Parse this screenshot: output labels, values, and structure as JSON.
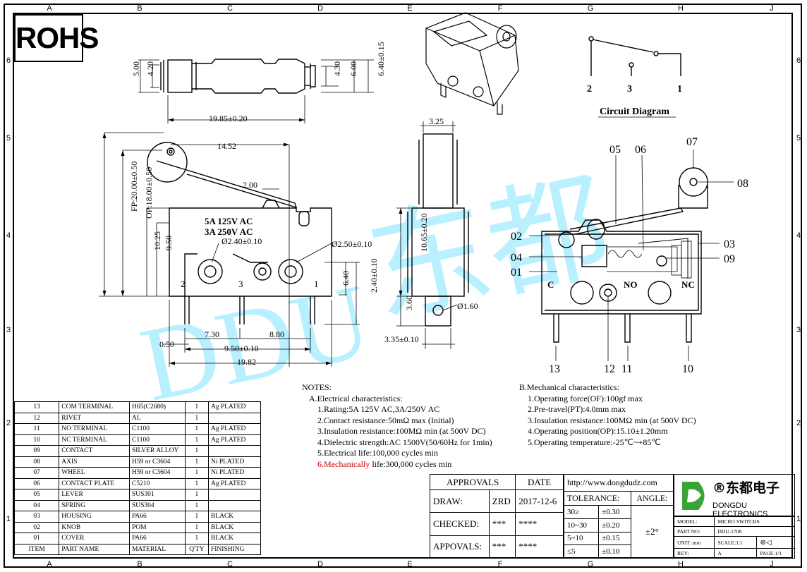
{
  "rohs_label": "ROHS",
  "zones": {
    "columns": [
      "A",
      "B",
      "C",
      "D",
      "E",
      "F",
      "G",
      "H",
      "J"
    ],
    "rows": [
      "6",
      "5",
      "4",
      "3",
      "2",
      "1"
    ]
  },
  "dims": {
    "top_5_00": "5.00",
    "top_4_20": "4.20",
    "top_4_30": "4.30",
    "top_6_00": "6.00",
    "top_6_40": "6.40±0.15",
    "top_19_85": "19.85±0.20",
    "front_14_52": "14.52",
    "front_2_00": "2.00",
    "front_fp": "FP:20.00±0.50",
    "front_op": "OP:18.00±0.50",
    "front_10_25": "10.25",
    "front_9_50": "9.50",
    "front_d240": "Ø2.40±0.10",
    "front_d250": "Ø2.50±0.10",
    "front_6_40": "6.40",
    "front_2_40": "2.40±0.10",
    "front_0_50": "0.50",
    "front_7_30": "7.30",
    "front_8_80": "8.80",
    "front_9_50b": "9.50±0.10",
    "front_19_82": "19.82",
    "side_3_25": "3.25",
    "side_10_65": "10.65±0.20",
    "side_3_60": "3.60",
    "side_d160": "Ø1.60",
    "side_3_35": "3.35±0.10"
  },
  "rating": {
    "line1": "5A 125V AC",
    "line2": "3A 250V AC"
  },
  "terminals": {
    "t2": "2",
    "t3": "3",
    "t1": "1"
  },
  "circuit": {
    "title": "Circuit Diagram",
    "p2": "2",
    "p3": "3",
    "p1": "1"
  },
  "callouts": {
    "c05": "05",
    "c06": "06",
    "c07": "07",
    "c08": "08",
    "c02": "02",
    "c03": "03",
    "c04": "04",
    "c09": "09",
    "c01": "01",
    "c13": "13",
    "c12": "12",
    "c11": "11",
    "c10": "10",
    "mark_c": "C",
    "mark_no": "NO",
    "mark_nc": "NC"
  },
  "notes": {
    "heading": "NOTES:",
    "electrical_title": "A.Electrical characteristics:",
    "electrical": [
      "1.Rating:5A 125V AC,3A/250V AC",
      "2.Contact resistance:50mΩ max (Initial)",
      "3.Insulation resistance:100MΩ min (at 500V DC)",
      "4.Dielectric strength:AC 1500V(50/60Hz for 1min)",
      "5.Electrical life:100,000 cycles min",
      "6.Mechanically life:300,000 cycles min"
    ],
    "mechanical_title": "B.Mechanical characteristics:",
    "mechanical": [
      "1.Operating force(OF):100gf max",
      "2.Pre-travel(PT):4.0mm max",
      "3.Insulation resistance:100MΩ min (at 500V DC)",
      "4.Operating position(OP):15.10±1.20mm",
      "5.Operating temperature:-25℃~+85℃"
    ]
  },
  "bom": [
    [
      "13",
      "COM TERMINAL",
      "H65(C2680)",
      "1",
      "Ag PLATED"
    ],
    [
      "12",
      "RIVET",
      "AL",
      "1",
      ""
    ],
    [
      "11",
      "NO TERMINAL",
      "C1100",
      "1",
      "Ag PLATED"
    ],
    [
      "10",
      "NC TERMINAL",
      "C1100",
      "1",
      "Ag PLATED"
    ],
    [
      "09",
      "CONTACT",
      "SILVER ALLOY",
      "1",
      ""
    ],
    [
      "08",
      "AXIS",
      "H59 or C3604",
      "1",
      "Ni PLATED"
    ],
    [
      "07",
      "WHEEL",
      "H59 or C3604",
      "1",
      "Ni PLATED"
    ],
    [
      "06",
      "CONTACT PLATE",
      "C5210",
      "1",
      "Ag PLATED"
    ],
    [
      "05",
      "LEVER",
      "SUS301",
      "1",
      ""
    ],
    [
      "04",
      "SPRING",
      "SUS304",
      "1",
      ""
    ],
    [
      "03",
      "HOUSING",
      "PA66",
      "1",
      "BLACK"
    ],
    [
      "02",
      "KNOB",
      "POM",
      "1",
      "BLACK"
    ],
    [
      "01",
      "COVER",
      "PA66",
      "1",
      "BLACK"
    ],
    [
      "ITEM",
      "PART NAME",
      "MATERIAL",
      "Q'TY",
      "FINISHING"
    ]
  ],
  "title_block": {
    "approvals": "APPROVALS",
    "date_h": "DATE",
    "draw": "DRAW:",
    "draw_by": "ZRD",
    "draw_date": "2017-12-6",
    "checked": "CHECKED:",
    "checked_by": "***",
    "checked_date": "****",
    "approvals2": "APPOVALS:",
    "appr_by": "***",
    "appr_date": "****",
    "url": "http://www.dongdudz.com",
    "tolerance": "TOLERANCE:",
    "angle": "ANGLE:",
    "tol_rows": [
      [
        "30≥",
        "±0.30"
      ],
      [
        "10~30",
        "±0.20"
      ],
      [
        "5~10",
        "±0.15"
      ],
      [
        "≤5",
        "±0.10"
      ]
    ],
    "angle_val": "±2°",
    "company_cn": "®东都电子",
    "company_en": "DONGDU ELECTRONICS",
    "model_k": "MODEL:",
    "model_v": "MICRO SWITCHS",
    "part_k": "PART NO:",
    "part_v": "DDU-1708",
    "unit_k": "UNIT :mm",
    "scale_v": "SCALE:1:1",
    "rev_k": "REV:",
    "rev_v": "A",
    "page_v": "PAGE:1/1"
  },
  "watermark": {
    "cn": "东都",
    "en": "DDU"
  }
}
